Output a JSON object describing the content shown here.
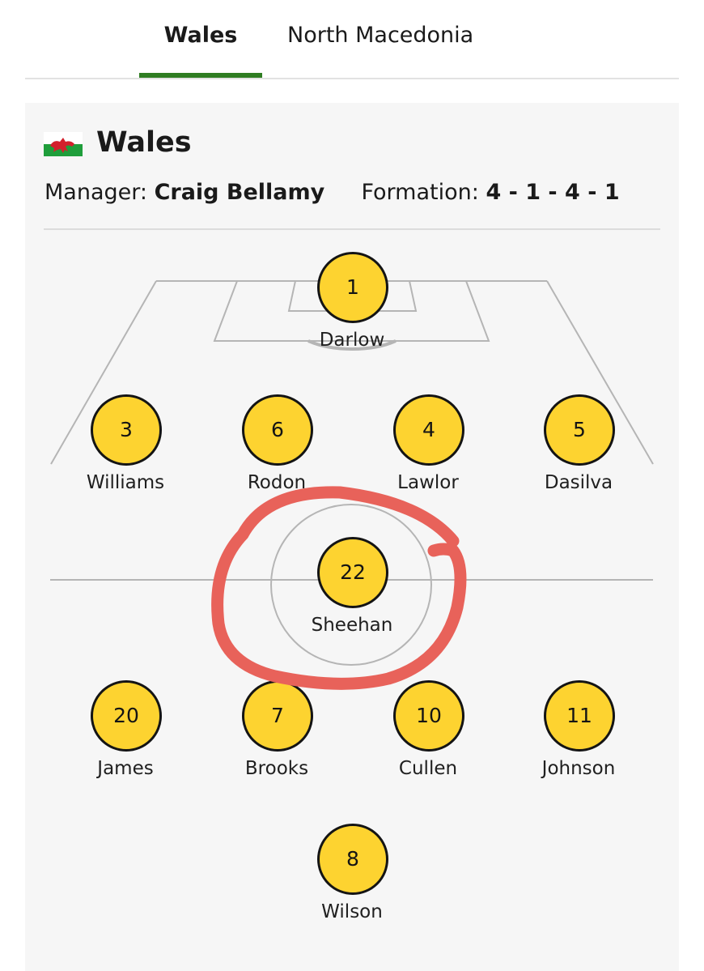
{
  "tabs": [
    {
      "label": "Wales",
      "active": true
    },
    {
      "label": "North Macedonia",
      "active": false
    }
  ],
  "team": {
    "name": "Wales",
    "flag_icon": "wales-flag-icon",
    "manager_label": "Manager:",
    "manager": "Craig Bellamy",
    "formation_label": "Formation:",
    "formation": "4 - 1 - 4 - 1"
  },
  "players": [
    {
      "number": "1",
      "name": "Darlow"
    },
    {
      "number": "3",
      "name": "Williams"
    },
    {
      "number": "6",
      "name": "Rodon"
    },
    {
      "number": "4",
      "name": "Lawlor"
    },
    {
      "number": "5",
      "name": "Dasilva"
    },
    {
      "number": "22",
      "name": "Sheehan"
    },
    {
      "number": "20",
      "name": "James"
    },
    {
      "number": "7",
      "name": "Brooks"
    },
    {
      "number": "10",
      "name": "Cullen"
    },
    {
      "number": "11",
      "name": "Johnson"
    },
    {
      "number": "8",
      "name": "Wilson"
    }
  ],
  "colors": {
    "accent": "#2f7d22",
    "shirt": "#fdd330",
    "annotation": "#e8625a"
  }
}
